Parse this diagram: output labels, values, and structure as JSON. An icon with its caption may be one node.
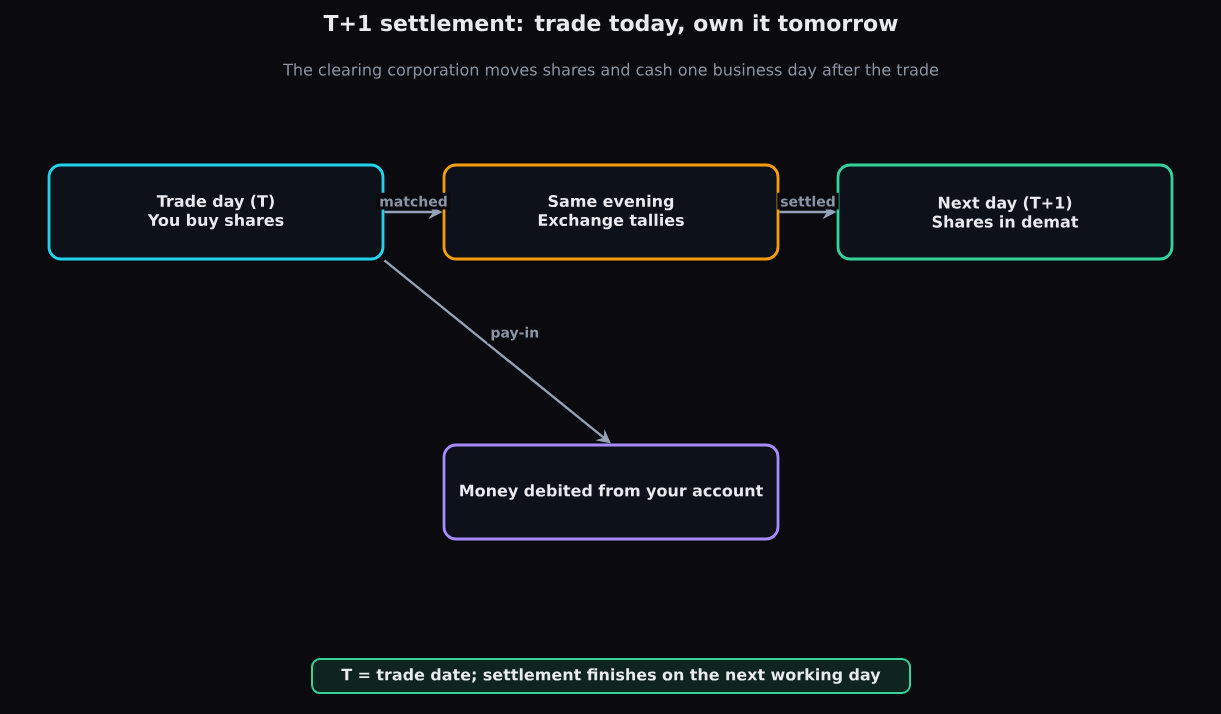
{
  "diagram": {
    "title": "T+1 settlement: trade today, own it tomorrow",
    "nodes": [
      {
        "text": [
          "Trade day (T)",
          "You buy shares"
        ]
      },
      {
        "text": [
          "Same evening",
          "Exchange tallies"
        ]
      },
      {
        "text": [
          "Next day (T+1)",
          "Shares in demat"
        ]
      },
      {
        "text": [
          "Money debited from your account"
        ]
      },
      {
        "text": [
          "T = trade date; settlement finishes on the next working day"
        ]
      }
    ],
    "edges": [
      {
        "from": 0,
        "to": 1,
        "arrow": "to",
        "label": "matched"
      },
      {
        "from": 1,
        "to": 2,
        "arrow": "to",
        "label": "settled"
      },
      {
        "from": 0,
        "to": 3,
        "arrow": "to",
        "label": "pay-in"
      }
    ],
    "labels": [
      "The clearing corporation moves shares and cash one business day after the trade"
    ]
  }
}
